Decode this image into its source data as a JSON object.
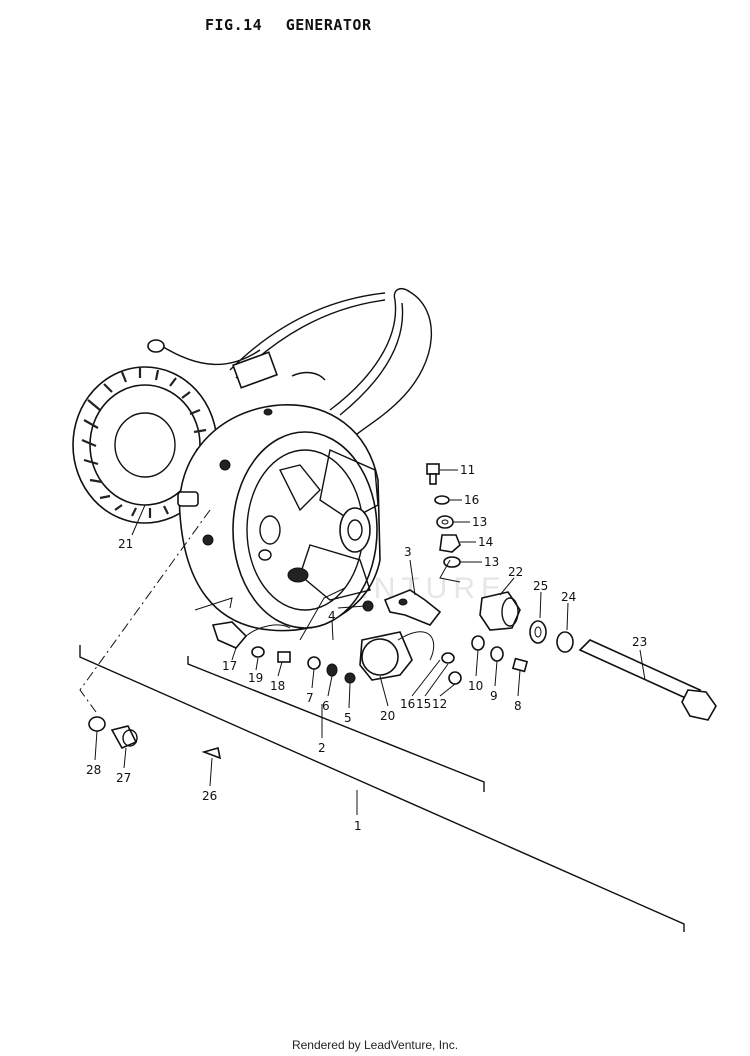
{
  "header": {
    "fig": "FIG.14",
    "title": "GENERATOR"
  },
  "footer": "Rendered by LeadVenture, Inc.",
  "callouts": {
    "c1": "1",
    "c2": "2",
    "c3": "3",
    "c4": "4",
    "c5": "5",
    "c6": "6",
    "c7": "7",
    "c8": "8",
    "c9": "9",
    "c10": "10",
    "c11": "11",
    "c12": "12",
    "c13a": "13",
    "c13b": "13",
    "c14": "14",
    "c15": "15",
    "c16a": "16",
    "c16b": "16",
    "c17": "17",
    "c18": "18",
    "c19": "19",
    "c20": "20",
    "c21": "21",
    "c22": "22",
    "c23": "23",
    "c24": "24",
    "c25": "25",
    "c26": "26",
    "c27": "27",
    "c28": "28"
  }
}
